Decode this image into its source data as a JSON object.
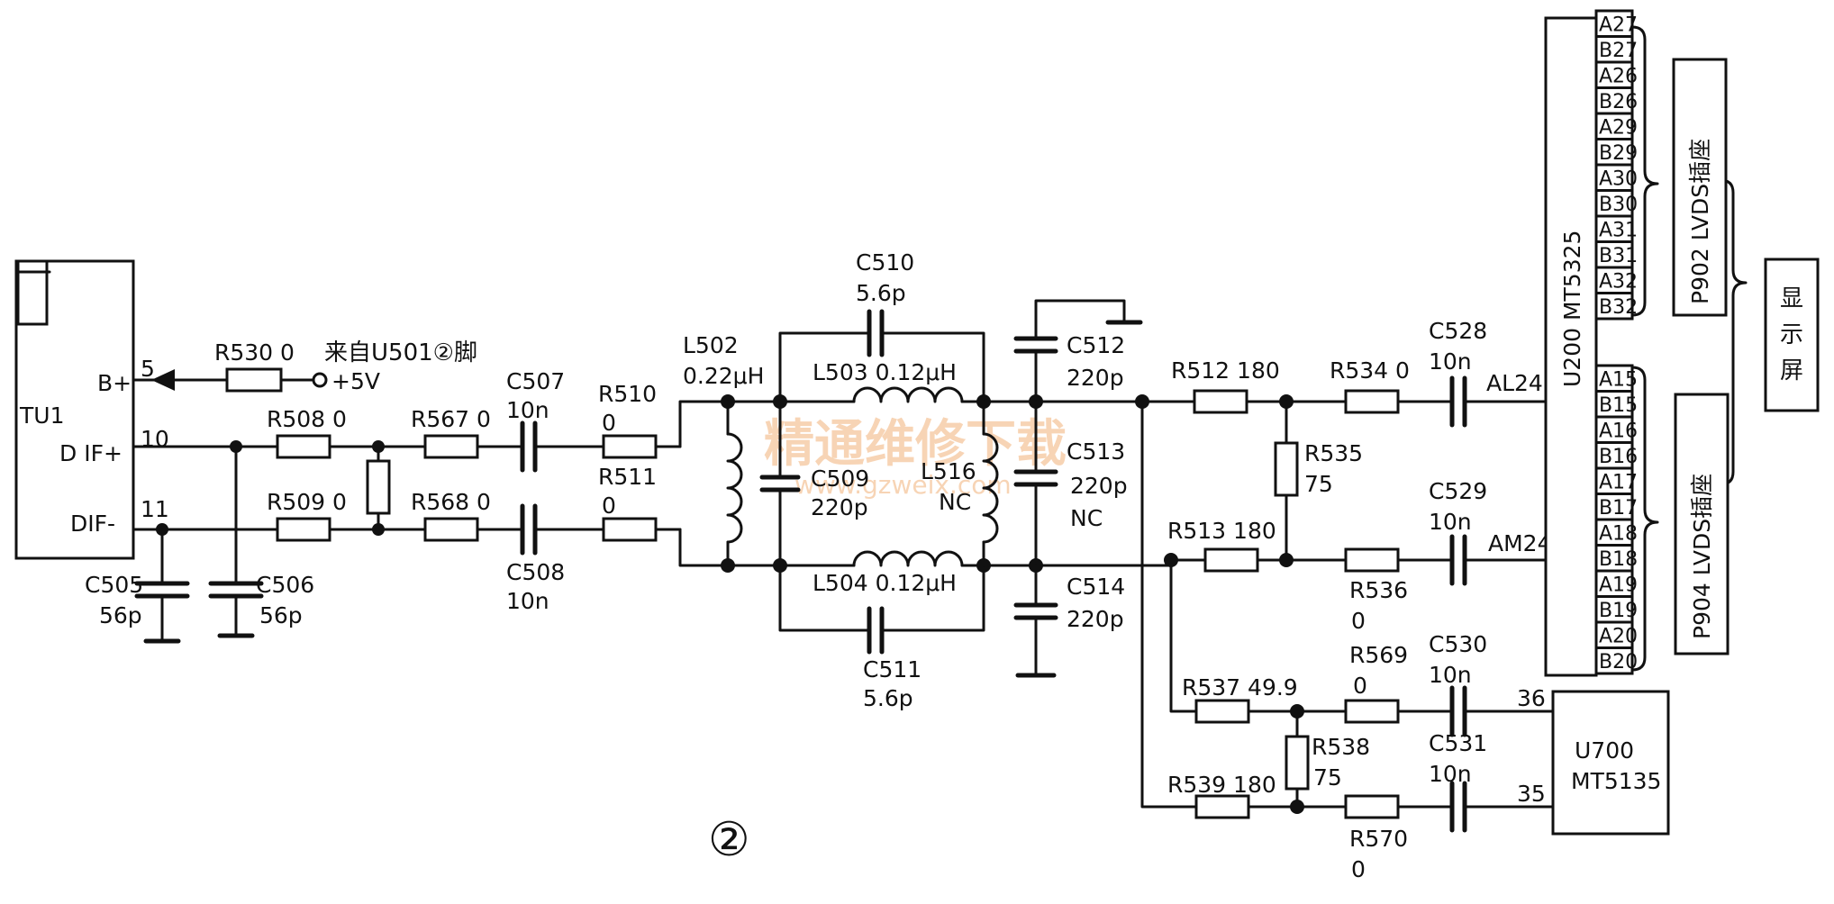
{
  "tu1": {
    "name": "TU1",
    "pin_bplus": "B+",
    "pin_difp": "D IF+",
    "pin_difm": "DIF-",
    "pin5": "5",
    "pin10": "10",
    "pin11": "11"
  },
  "power": {
    "resistor": "R530 0",
    "source": "来自U501②脚",
    "voltage": "+5V"
  },
  "c505": {
    "ref": "C505",
    "val": "56p"
  },
  "c506": {
    "ref": "C506",
    "val": "56p"
  },
  "r508": "R508 0",
  "r509": "R509 0",
  "r567": "R567 0",
  "r568": "R568 0",
  "c507": {
    "ref": "C507",
    "val": "10n"
  },
  "c508": {
    "ref": "C508",
    "val": "10n"
  },
  "r510": {
    "ref": "R510",
    "val": "0"
  },
  "r511": {
    "ref": "R511",
    "val": "0"
  },
  "l502": {
    "ref": "L502",
    "val": "0.22μH"
  },
  "c510": {
    "ref": "C510",
    "val": "5.6p"
  },
  "l503": "L503 0.12μH",
  "c509": {
    "ref": "C509",
    "val": "220p"
  },
  "l516": {
    "ref": "L516",
    "val": "NC"
  },
  "l504": "L504 0.12μH",
  "c511": {
    "ref": "C511",
    "val": "5.6p"
  },
  "c512": {
    "ref": "C512",
    "val": "220p"
  },
  "c513": {
    "ref": "C513",
    "val": "220p",
    "note": "NC"
  },
  "c514": {
    "ref": "C514",
    "val": "220p"
  },
  "r512": "R512 180",
  "r513": "R513 180",
  "r534": "R534 0",
  "r535": {
    "ref": "R535",
    "val": "75"
  },
  "r536": {
    "ref": "R536",
    "val": "0"
  },
  "c528": {
    "ref": "C528",
    "val": "10n"
  },
  "c529": {
    "ref": "C529",
    "val": "10n"
  },
  "net_al24": "AL24",
  "net_am24": "AM24",
  "r537": "R537 49.9",
  "r538": {
    "ref": "R538",
    "val": "75"
  },
  "r539": "R539 180",
  "r569": {
    "ref": "R569",
    "val": "0"
  },
  "r570": {
    "ref": "R570",
    "val": "0"
  },
  "c530": {
    "ref": "C530",
    "val": "10n"
  },
  "c531": {
    "ref": "C531",
    "val": "10n"
  },
  "u700": {
    "ref": "U700",
    "part": "MT5135",
    "pin36": "36",
    "pin35": "35"
  },
  "u200": {
    "label": "U200 MT5325"
  },
  "pins_top": [
    "A27",
    "B27",
    "A26",
    "B26",
    "A29",
    "B29",
    "A30",
    "B30",
    "A31",
    "B31",
    "A32",
    "B32"
  ],
  "pins_bottom": [
    "A15",
    "B15",
    "A16",
    "B16",
    "A17",
    "B17",
    "A18",
    "B18",
    "A19",
    "B19",
    "A20",
    "B20"
  ],
  "p902": "P902 LVDS插座",
  "p904": "P904 LVDS插座",
  "display": [
    "显",
    "示",
    "屏"
  ],
  "figure_mark": "②",
  "watermark": {
    "cn": "精通维修下载",
    "url": "www.gzweix.com"
  }
}
